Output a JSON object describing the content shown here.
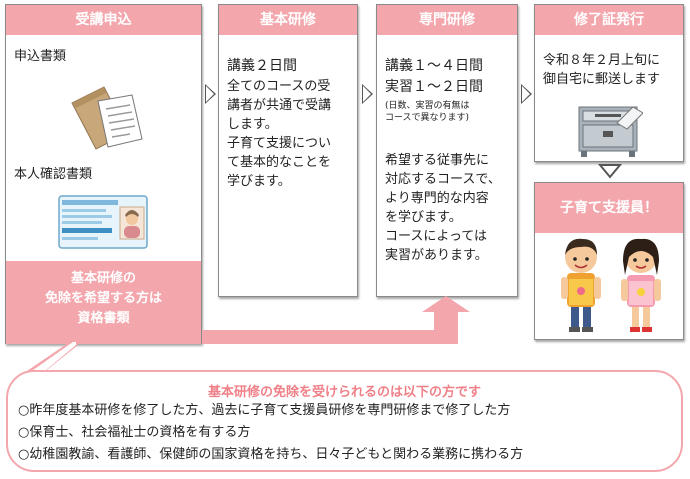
{
  "steps": [
    {
      "title": "受講申込",
      "item1": "申込書類",
      "item2": "本人確認書類",
      "footer": "基本研修の\n免除を希望する方は\n資格書類"
    },
    {
      "title": "基本研修",
      "line1": "講義２日間",
      "body": "全てのコースの受\n講者が共通で受講\nします。\n子育て支援につい\nて基本的なことを\n学びます。"
    },
    {
      "title": "専門研修",
      "line1": "講義１～４日間",
      "line2": "実習１～２日間",
      "note": "(日数、実習の有無は\nコースで異なります)",
      "body": "希望する従事先に\n対応するコースで、\nより専門的な内容\nを学びます。\nコースによっては\n実習があります。"
    },
    {
      "title": "修了証発行",
      "body": "令和８年２月上旬に\n御自宅に郵送します"
    },
    {
      "title": "子育て支援員！"
    }
  ],
  "exemption": {
    "title": "基本研修の免除を受けられるのは以下の方です",
    "items": [
      "○昨年度基本研修を修了した方、過去に子育て支援員研修を専門研修まで修了した方",
      "○保育士、社会福祉士の資格を有する方",
      "○幼稚園教諭、看護師、保健師の国家資格を持ち、日々子どもと関わる業務に携わる方"
    ]
  },
  "icons": [
    "envelope-documents-icon",
    "id-card-icon",
    "mailbox-icon",
    "boy-icon",
    "girl-icon"
  ],
  "colors": {
    "accent": "#f3a7ad",
    "title_text": "#f08088"
  }
}
